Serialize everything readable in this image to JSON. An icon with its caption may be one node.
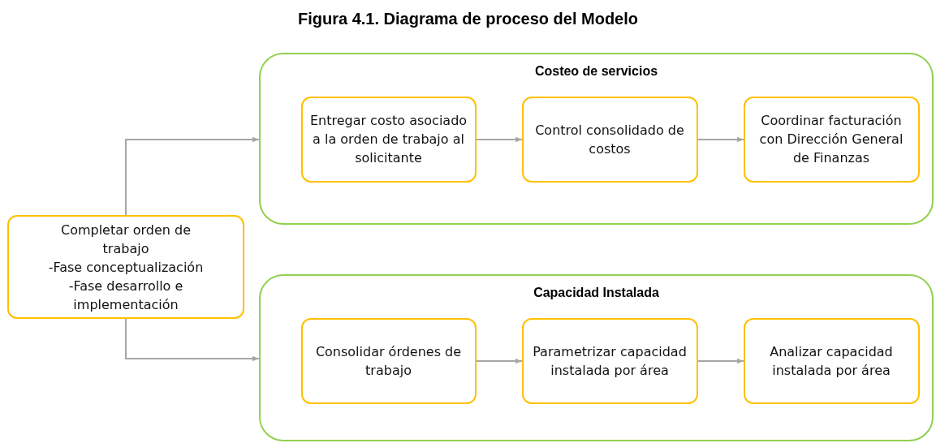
{
  "diagram": {
    "title": "Figura 4.1. Diagrama de proceso del Modelo",
    "nodes": [
      {
        "text": [
          "Completar orden de trabajo",
          "-Fase conceptualización",
          "-Fase desarrollo e implementación"
        ]
      },
      {
        "text": [
          "Costeo de servicios"
        ]
      },
      {
        "text": [
          "Entregar costo asociado a la orden de trabajo al solicitante"
        ],
        "in": 1
      },
      {
        "text": [
          "Control consolidado de costos"
        ],
        "in": 1
      },
      {
        "text": [
          "Coordinar facturación con Dirección General de Finanzas"
        ],
        "in": 1
      },
      {
        "text": [
          "Capacidad Instalada"
        ]
      },
      {
        "text": [
          "Consolidar órdenes de trabajo"
        ],
        "in": 5
      },
      {
        "text": [
          "Parametrizar capacidad instalada por área"
        ],
        "in": 5
      },
      {
        "text": [
          "Analizar capacidad instalada por área"
        ],
        "in": 5
      }
    ],
    "edges": [
      {
        "from": 0,
        "to": 1,
        "arrow": "to"
      },
      {
        "from": 2,
        "to": 3,
        "arrow": "to"
      },
      {
        "from": 3,
        "to": 4,
        "arrow": "to"
      },
      {
        "from": 0,
        "to": 5,
        "arrow": "to"
      },
      {
        "from": 6,
        "to": 7,
        "arrow": "to"
      },
      {
        "from": 7,
        "to": 8,
        "arrow": "to"
      }
    ]
  }
}
